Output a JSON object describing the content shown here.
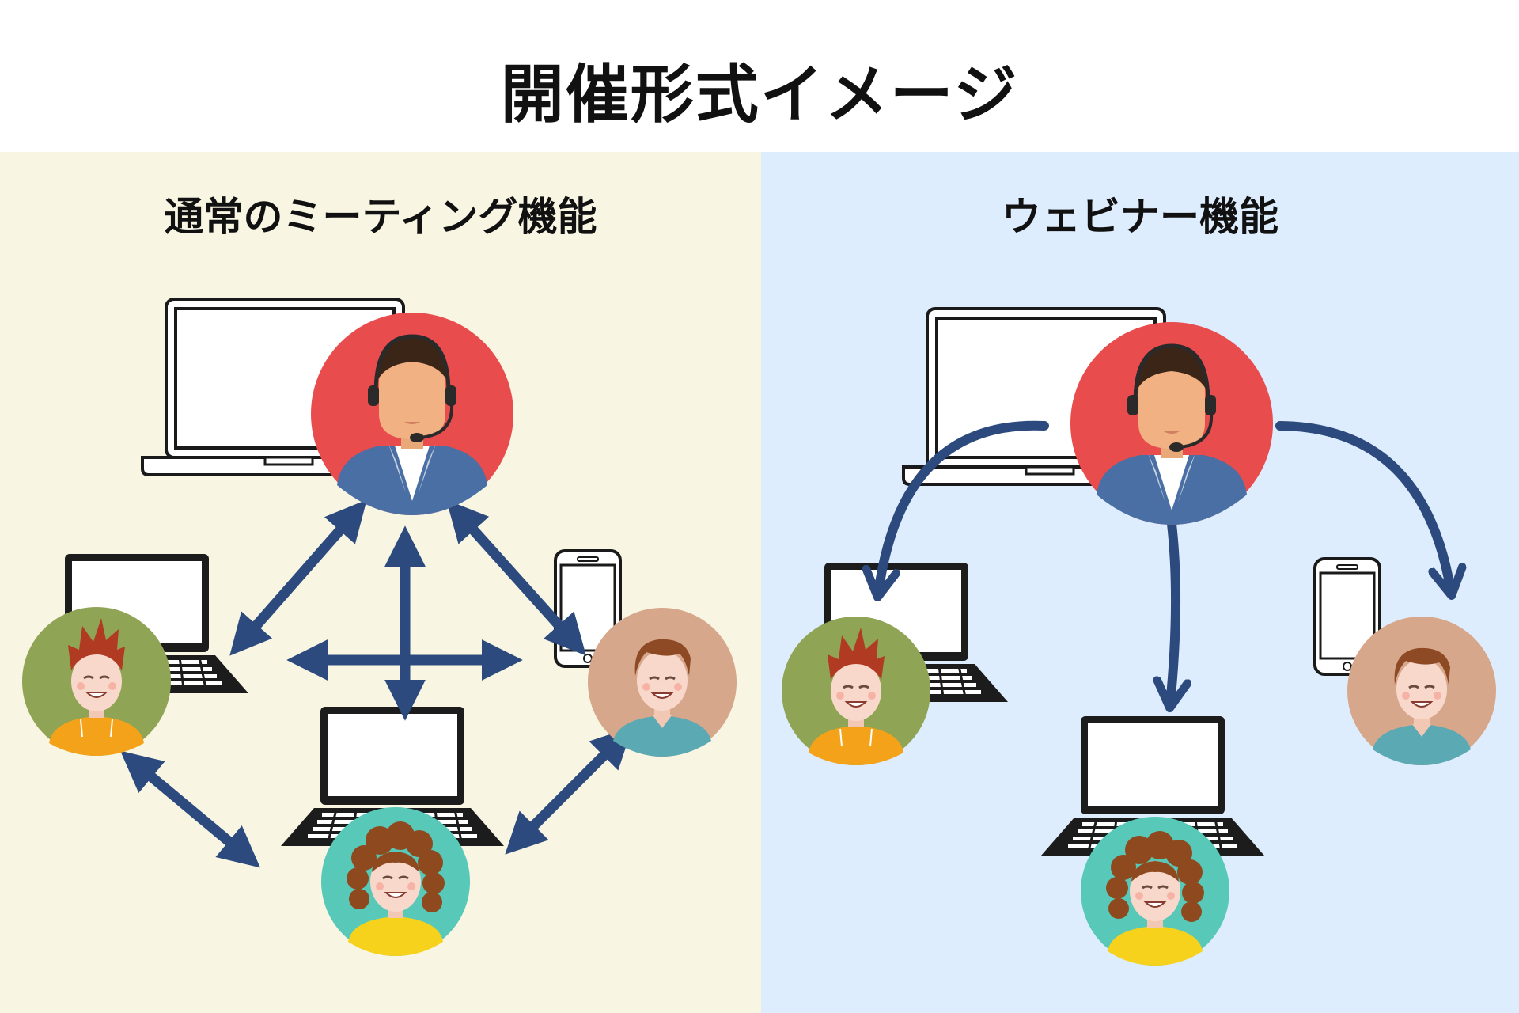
{
  "title": "開催形式イメージ",
  "panels": {
    "left": {
      "title": "通常のミーティング機能",
      "background": "#f8f5e3"
    },
    "right": {
      "title": "ウェビナー機能",
      "background": "#deedfd"
    }
  },
  "colors": {
    "arrow": "#2c4a7d",
    "host_bg": "#e84c4c",
    "green_bg": "#8fa454",
    "tan_bg": "#d6a78a",
    "teal_bg": "#58c9b9"
  },
  "icons": [
    "laptop-icon",
    "smartphone-icon",
    "host-avatar-icon",
    "participant-avatar-icon"
  ]
}
